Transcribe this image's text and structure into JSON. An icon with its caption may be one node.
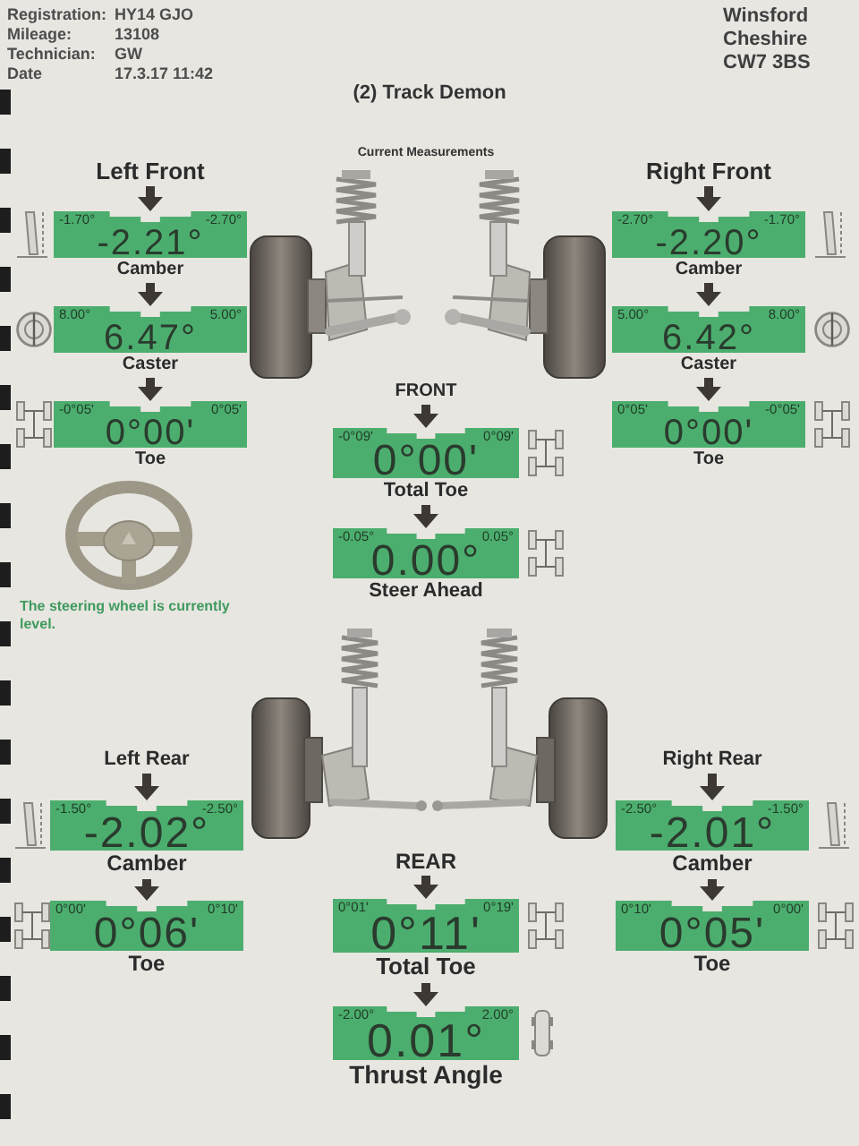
{
  "diagram": {
    "title": "(2) Track Demon",
    "nodes": [
      {
        "text": [
          "Left Front"
        ]
      },
      {
        "text": [
          "-1.70°",
          "-2.70°",
          "-2.21°"
        ],
        "beside": [
          "Camber"
        ]
      },
      {
        "text": [
          "8.00°",
          "5.00°",
          "6.47°"
        ],
        "beside": [
          "Caster"
        ]
      },
      {
        "text": [
          "-0°05'",
          "0°05'",
          "0°00'"
        ],
        "beside": [
          "Toe"
        ]
      },
      {
        "text": [
          "Right Front"
        ]
      },
      {
        "text": [
          "-2.70°",
          "-1.70°",
          "-2.20°"
        ],
        "beside": [
          "Camber"
        ]
      },
      {
        "text": [
          "5.00°",
          "8.00°",
          "6.42°"
        ],
        "beside": [
          "Caster"
        ]
      },
      {
        "text": [
          "0°05'",
          "-0°05'",
          "0°00'"
        ],
        "beside": [
          "Toe"
        ]
      },
      {
        "text": [
          "FRONT"
        ]
      },
      {
        "text": [
          "-0°09'",
          "0°09'",
          "0°00'"
        ],
        "beside": [
          "Total Toe"
        ]
      },
      {
        "text": [
          "-0.05°",
          "0.05°",
          "0.00°"
        ],
        "beside": [
          "Steer Ahead"
        ]
      },
      {
        "text": [
          "Left Rear"
        ]
      },
      {
        "text": [
          "-1.50°",
          "-2.50°",
          "-2.02°"
        ],
        "beside": [
          "Camber"
        ]
      },
      {
        "text": [
          "0°00'",
          "0°10'",
          "0°06'"
        ],
        "beside": [
          "Toe"
        ]
      },
      {
        "text": [
          "REAR"
        ]
      },
      {
        "text": [
          "0°01'",
          "0°19'",
          "0°11'"
        ],
        "beside": [
          "Total Toe"
        ]
      },
      {
        "text": [
          "-2.00°",
          "2.00°",
          "0.01°"
        ],
        "beside": [
          "Thrust Angle"
        ]
      },
      {
        "text": [
          "Right Rear"
        ]
      },
      {
        "text": [
          "-2.50°",
          "-1.50°",
          "-2.01°"
        ],
        "beside": [
          "Camber"
        ]
      },
      {
        "text": [
          "0°10'",
          "0°00'",
          "0°05'"
        ],
        "beside": [
          "Toe"
        ]
      }
    ],
    "edges": [
      {
        "from": 0,
        "to": 1,
        "arrow": "to"
      },
      {
        "from": 1,
        "to": 2,
        "arrow": "to"
      },
      {
        "from": 2,
        "to": 3,
        "arrow": "to"
      },
      {
        "from": 4,
        "to": 5,
        "arrow": "to"
      },
      {
        "from": 5,
        "to": 6,
        "arrow": "to"
      },
      {
        "from": 6,
        "to": 7,
        "arrow": "to"
      },
      {
        "from": 8,
        "to": 9,
        "arrow": "to"
      },
      {
        "from": 9,
        "to": 10,
        "arrow": "to"
      },
      {
        "from": 11,
        "to": 12,
        "arrow": "to"
      },
      {
        "from": 12,
        "to": 13,
        "arrow": "to"
      },
      {
        "from": 14,
        "to": 15,
        "arrow": "to"
      },
      {
        "from": 15,
        "to": 16,
        "arrow": "to"
      },
      {
        "from": 17,
        "to": 18,
        "arrow": "to"
      },
      {
        "from": 18,
        "to": 19,
        "arrow": "to"
      }
    ],
    "labels": [
      "Registration:",
      "HY14 GJO",
      "Mileage:",
      "13108",
      "Technician:",
      "GW",
      "Date",
      "17.3.17 11:42",
      "Winsford Cheshire CW7 3BS",
      "Current Measurements",
      "The steering wheel is currently level."
    ]
  }
}
